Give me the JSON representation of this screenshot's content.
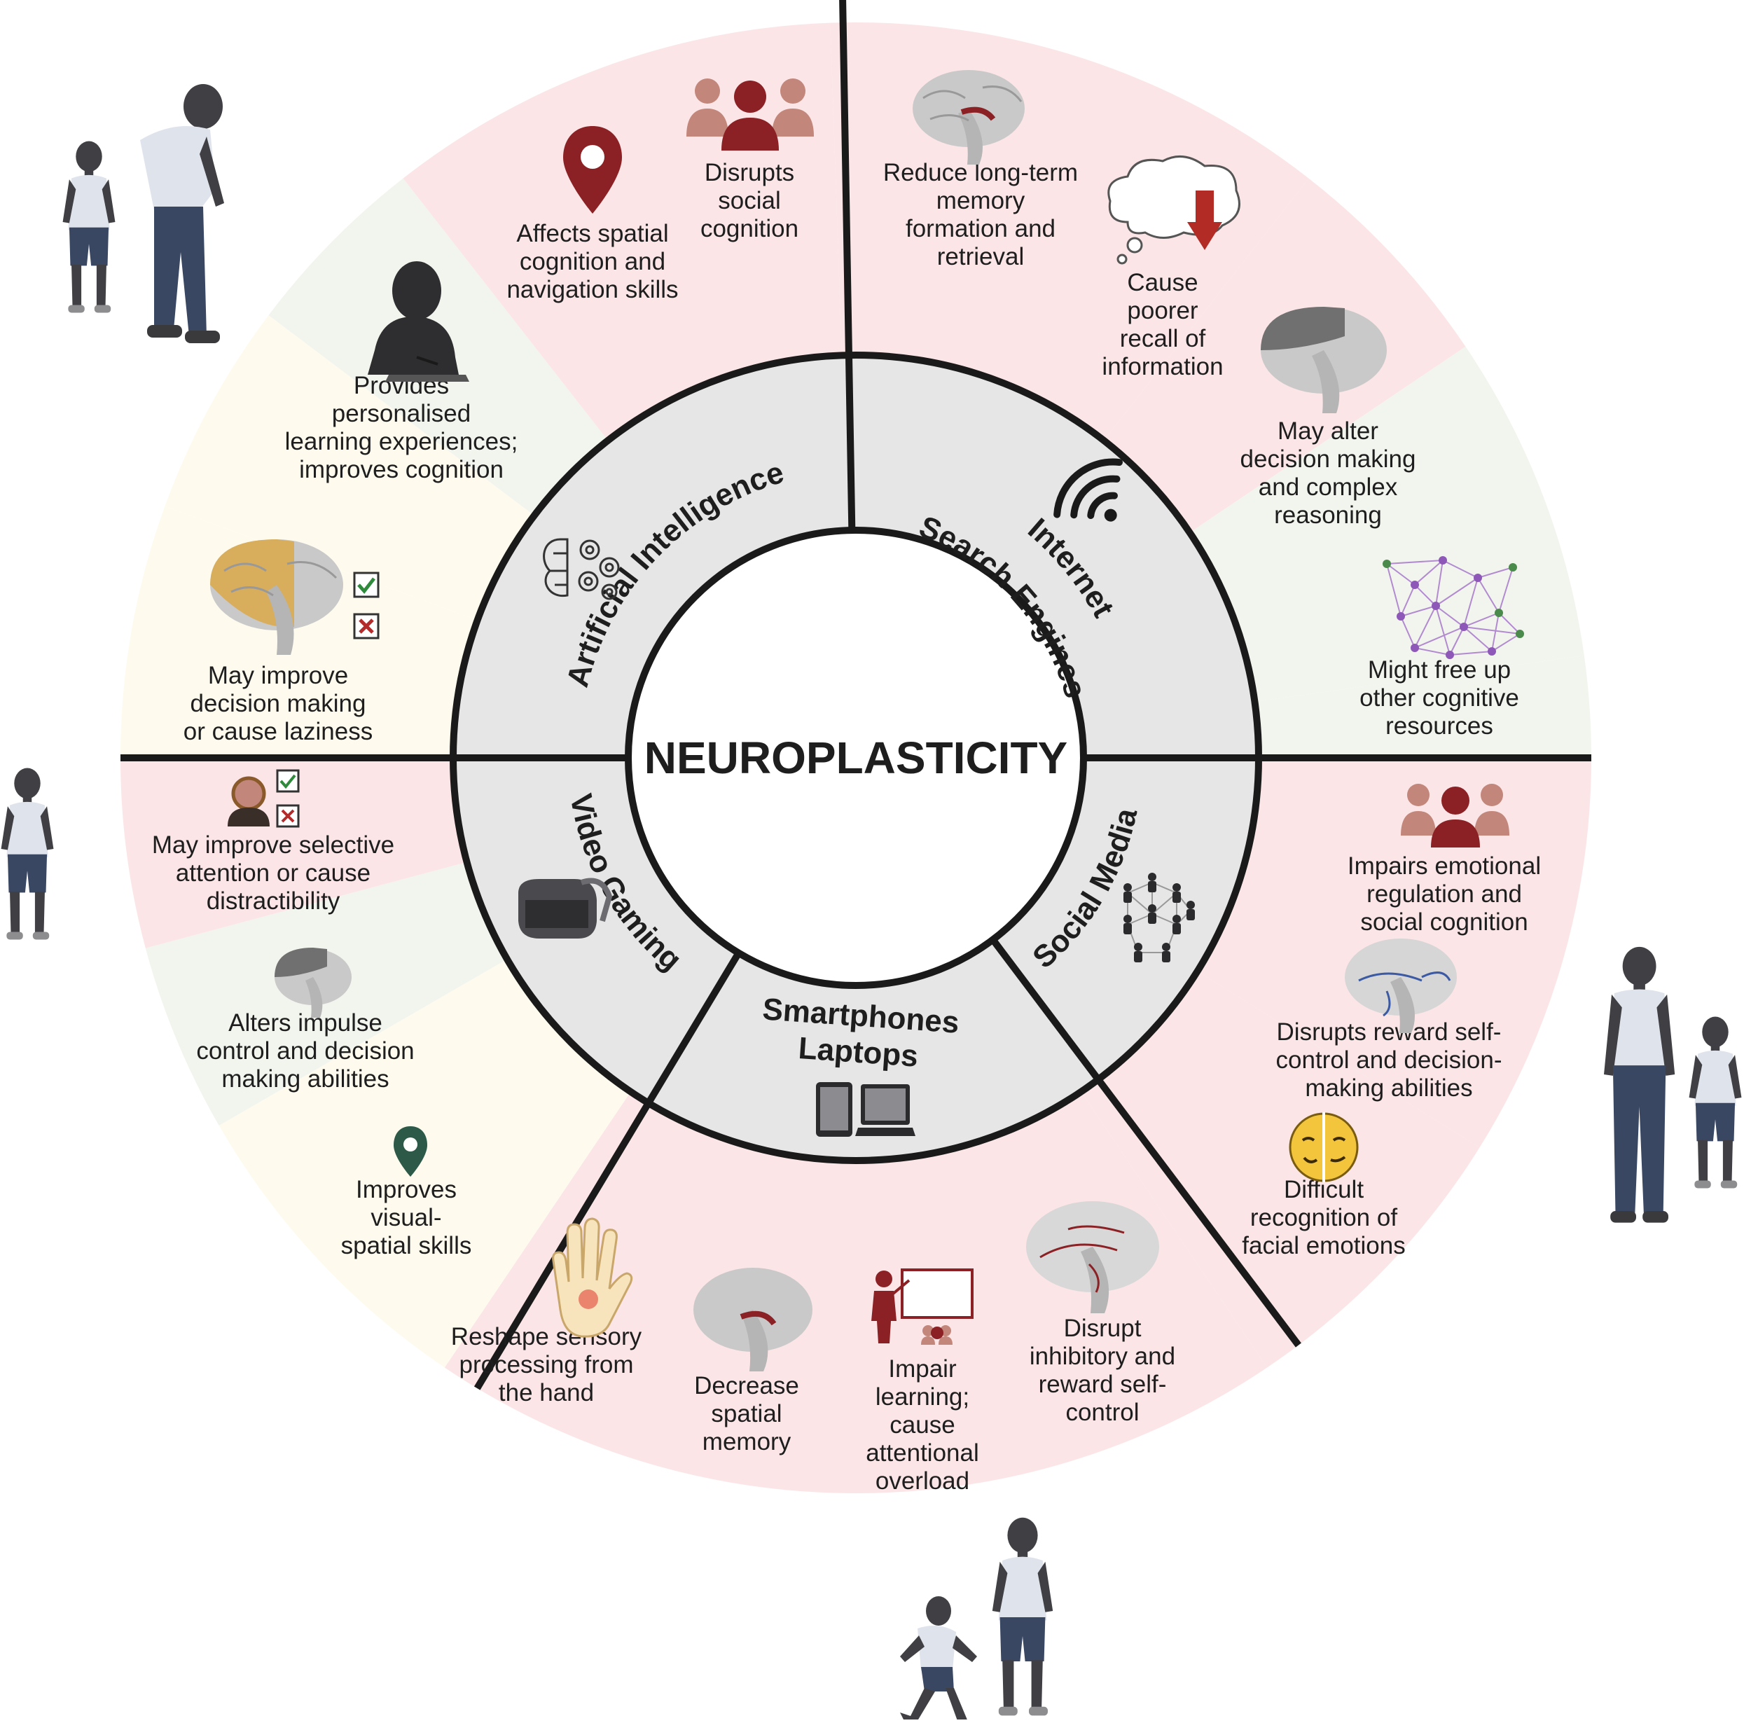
{
  "center": {
    "title": "NEUROPLASTICITY"
  },
  "categories": {
    "ai": [
      "Artificial Intelligence"
    ],
    "search": [
      "Internet",
      "Search Engines"
    ],
    "social": [
      "Social Media"
    ],
    "devices": [
      "Smartphones",
      "Laptops"
    ],
    "gaming": [
      "Video Gaming"
    ]
  },
  "effects": {
    "ai_social_cognition": [
      "Disrupts",
      "social",
      "cognition"
    ],
    "ai_spatial": [
      "Affects spatial",
      "cognition and",
      "navigation skills"
    ],
    "ai_learning": [
      "Provides",
      "personalised",
      "learning experiences;",
      "improves cognition"
    ],
    "ai_decision": [
      "May improve",
      "decision making",
      "or cause laziness"
    ],
    "search_memory": [
      "Reduce long-term",
      "memory",
      "formation and",
      "retrieval"
    ],
    "search_recall": [
      "Cause",
      "poorer",
      "recall of",
      "information"
    ],
    "search_decision": [
      "May alter",
      "decision making",
      "and complex",
      "reasoning"
    ],
    "search_free": [
      "Might free up",
      "other cognitive",
      "resources"
    ],
    "social_emotion": [
      "Impairs emotional",
      "regulation and",
      "social cognition"
    ],
    "social_reward": [
      "Disrupts reward self-",
      "control and decision-",
      "making abilities"
    ],
    "social_faces": [
      "Difficult",
      "recognition of",
      "facial emotions"
    ],
    "dev_inhibitory": [
      "Disrupt",
      "inhibitory and",
      "reward self-",
      "control"
    ],
    "dev_learning": [
      "Impair",
      "learning;",
      "cause",
      "attentional",
      "overload"
    ],
    "dev_spatial": [
      "Decrease",
      "spatial",
      "memory"
    ],
    "dev_hand": [
      "Reshape sensory",
      "processing from",
      "the hand"
    ],
    "game_visual": [
      "Improves",
      "visual-",
      "spatial skills"
    ],
    "game_impulse": [
      "Alters impulse",
      "control and decision",
      "making abilities"
    ],
    "game_attention": [
      "May improve selective",
      "attention or cause",
      "distractibility"
    ]
  },
  "colors": {
    "pink": "#fbe5e7",
    "mint": "#f2f5ee",
    "cream": "#fefbee",
    "ring": "#e6e6e7",
    "line": "#1a1a1a",
    "maroon": "#8b2124",
    "skin": "#c2867a",
    "figure": "#3f3f44",
    "shirt": "#dfe3ec",
    "jeans": "#3a4763",
    "brain": "#c9c9c9"
  },
  "icons": [
    "brain-icon",
    "location-pin-icon",
    "people-group-icon",
    "thought-cloud-icon",
    "down-arrow-icon",
    "neural-network-icon",
    "wifi-signal-icon",
    "ai-brain-gears-icon",
    "vr-headset-icon",
    "tablet-icon",
    "laptop-icon",
    "network-people-icon",
    "emoji-face-icon",
    "hand-icon",
    "teacher-board-icon",
    "check-box-icon",
    "cross-box-icon",
    "student-writing-icon"
  ]
}
